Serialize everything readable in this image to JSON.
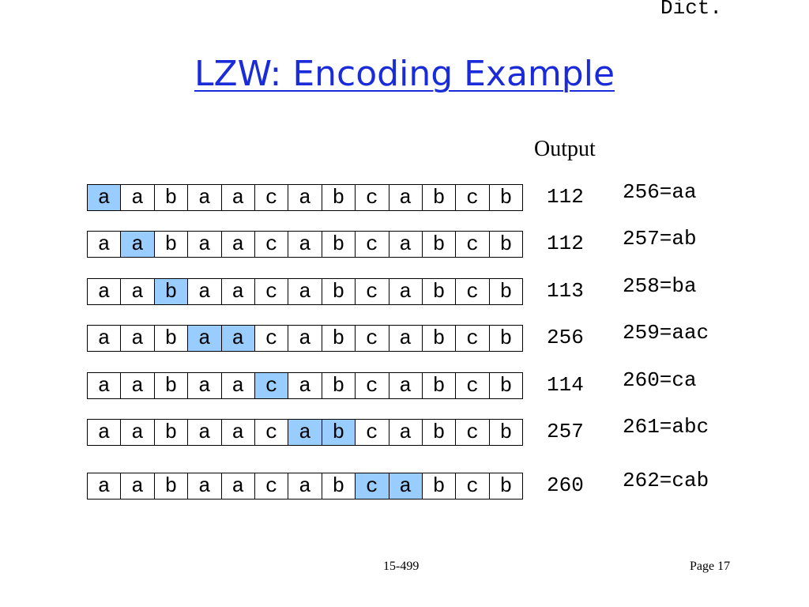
{
  "title": "LZW: Encoding Example",
  "headers": {
    "output": "Output",
    "dict": "Dict."
  },
  "rows": [
    {
      "cells": [
        "a",
        "a",
        "b",
        "a",
        "a",
        "c",
        "a",
        "b",
        "c",
        "a",
        "b",
        "c",
        "b"
      ],
      "highlight": [
        0
      ],
      "output": "112",
      "dict": "256=aa"
    },
    {
      "cells": [
        "a",
        "a",
        "b",
        "a",
        "a",
        "c",
        "a",
        "b",
        "c",
        "a",
        "b",
        "c",
        "b"
      ],
      "highlight": [
        1
      ],
      "output": "112",
      "dict": "257=ab"
    },
    {
      "cells": [
        "a",
        "a",
        "b",
        "a",
        "a",
        "c",
        "a",
        "b",
        "c",
        "a",
        "b",
        "c",
        "b"
      ],
      "highlight": [
        2
      ],
      "output": "113",
      "dict": "258=ba"
    },
    {
      "cells": [
        "a",
        "a",
        "b",
        "a",
        "a",
        "c",
        "a",
        "b",
        "c",
        "a",
        "b",
        "c",
        "b"
      ],
      "highlight": [
        3,
        4
      ],
      "output": "256",
      "dict": "259=aac"
    },
    {
      "cells": [
        "a",
        "a",
        "b",
        "a",
        "a",
        "c",
        "a",
        "b",
        "c",
        "a",
        "b",
        "c",
        "b"
      ],
      "highlight": [
        5
      ],
      "output": "114",
      "dict": "260=ca"
    },
    {
      "cells": [
        "a",
        "a",
        "b",
        "a",
        "a",
        "c",
        "a",
        "b",
        "c",
        "a",
        "b",
        "c",
        "b"
      ],
      "highlight": [
        6,
        7
      ],
      "output": "257",
      "dict": "261=abc"
    },
    {
      "cells": [
        "a",
        "a",
        "b",
        "a",
        "a",
        "c",
        "a",
        "b",
        "c",
        "a",
        "b",
        "c",
        "b"
      ],
      "highlight": [
        8,
        9
      ],
      "output": "260",
      "dict": "262=cab"
    }
  ],
  "colors": {
    "title": "#1a2bd9",
    "highlight": "#99ccff"
  },
  "footer": {
    "course": "15-499",
    "page": "Page 17"
  }
}
